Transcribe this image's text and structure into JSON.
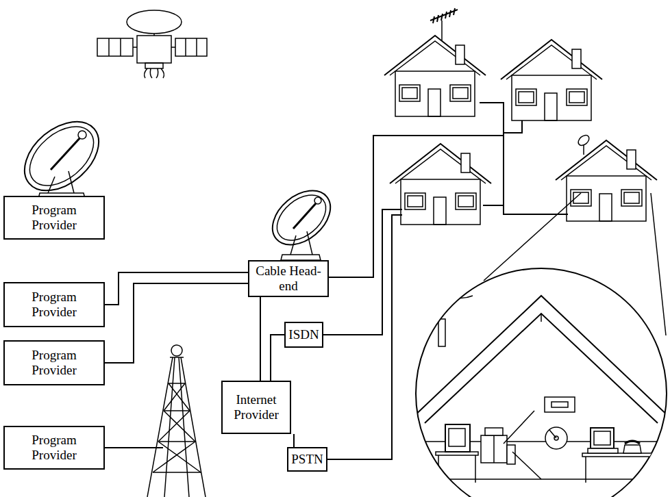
{
  "diagram": {
    "nodes": [
      {
        "text": [
          "Program Provider"
        ]
      },
      {
        "text": [
          "Program Provider"
        ]
      },
      {
        "text": [
          "Program Provider"
        ]
      },
      {
        "text": [
          "Program Provider"
        ]
      },
      {
        "text": [
          "Cable Head-end"
        ]
      },
      {
        "text": [
          "ISDN"
        ]
      },
      {
        "text": [
          "Internet Provider"
        ]
      },
      {
        "text": [
          "PSTN"
        ]
      }
    ],
    "edges": [
      {
        "from": 1,
        "to": 4,
        "arrow": "none"
      },
      {
        "from": 2,
        "to": 4,
        "arrow": "none"
      },
      {
        "from": 4,
        "to": 6,
        "arrow": "none"
      },
      {
        "from": 6,
        "to": 5,
        "arrow": "none"
      },
      {
        "from": 6,
        "to": 7,
        "arrow": "none"
      }
    ]
  }
}
